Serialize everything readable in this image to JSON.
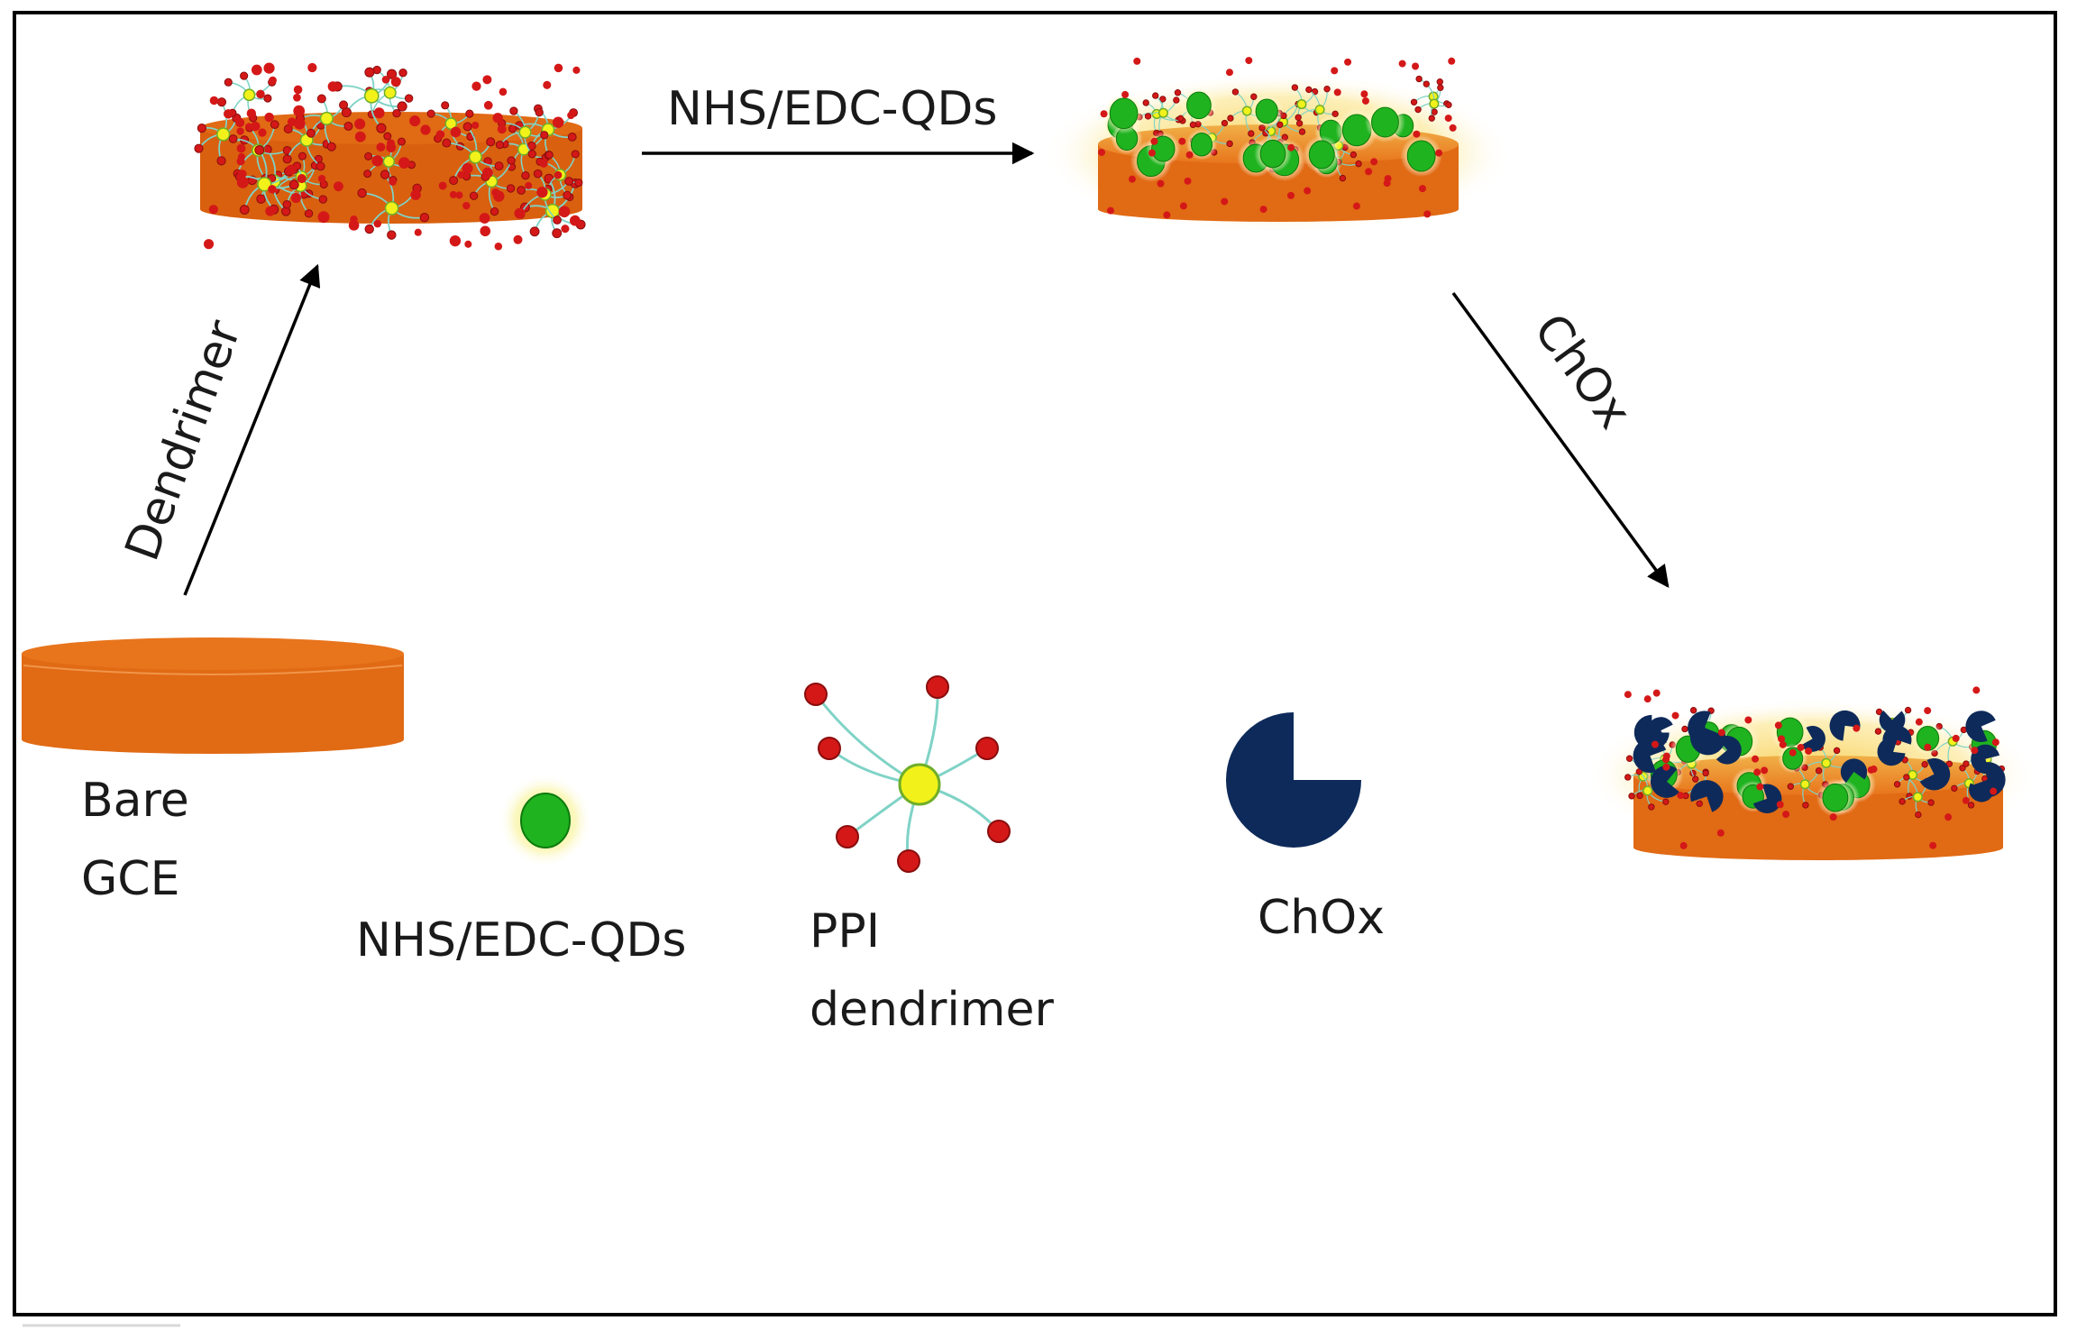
{
  "colors": {
    "electrode_top": "#e8741c",
    "electrode_side": "#e16a14",
    "electrode_halo": "#f7c94a",
    "dendrimer_end": "#d41818",
    "dendrimer_core": "#f2f21a",
    "dendrimer_arm": "#7fd3c6",
    "quantum_dot": "#1fb31f",
    "quantum_dot_glow": "#f6f07a",
    "enzyme": "#0e2a5a",
    "arrow": "#000000",
    "frame": "#000000"
  },
  "steps": {
    "step1_label": "Dendrimer",
    "step2_label": "NHS/EDC-QDs",
    "step3_label": "ChOx"
  },
  "electrodes": {
    "bare_label_line1": "Bare",
    "bare_label_line2": "GCE"
  },
  "legend": {
    "qd_label": "NHS/EDC-QDs",
    "ppi_label_line1": "PPI",
    "ppi_label_line2": "dendrimer",
    "chox_label": "ChOx"
  }
}
